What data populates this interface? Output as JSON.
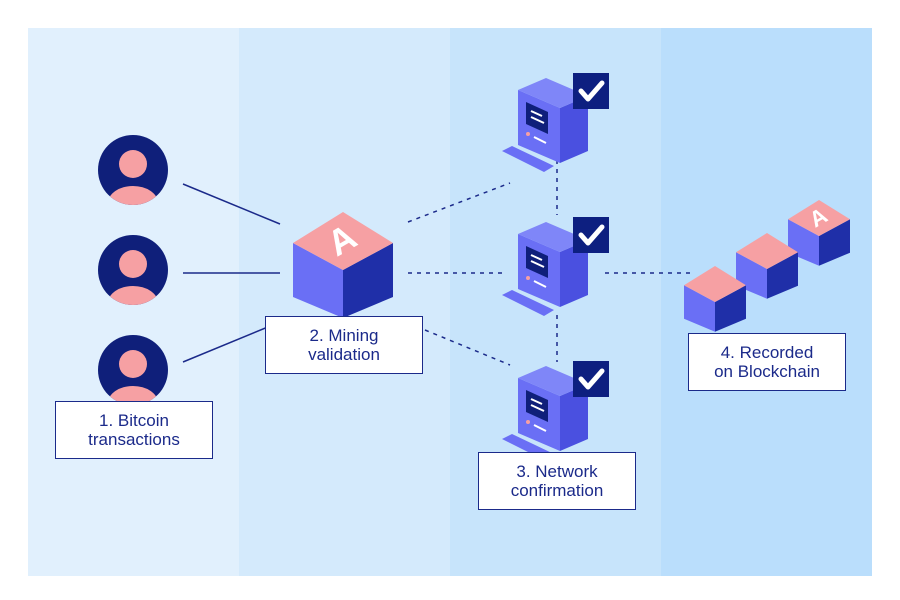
{
  "steps": [
    {
      "line1": "1.  Bitcoin",
      "line2": "transactions"
    },
    {
      "line1": "2. Mining",
      "line2": "validation"
    },
    {
      "line1": "3. Network",
      "line2": "confirmation"
    },
    {
      "line1": "4. Recorded",
      "line2": "on Blockchain"
    }
  ],
  "logo_letter": "A",
  "colors": {
    "column_1": "#e1f0fd",
    "column_2": "#d4eafc",
    "column_3": "#c7e4fb",
    "column_4": "#badefc",
    "navy": "#1b2a8a",
    "cube_left": "#6a6ff5",
    "cube_right": "#1f2fa8",
    "cube_top": "#f6a0a3",
    "check_box": "#0d1f80"
  },
  "icons": [
    "user-icon",
    "mining-cube-icon",
    "computer-icon",
    "checkmark-icon",
    "blockchain-icon"
  ]
}
